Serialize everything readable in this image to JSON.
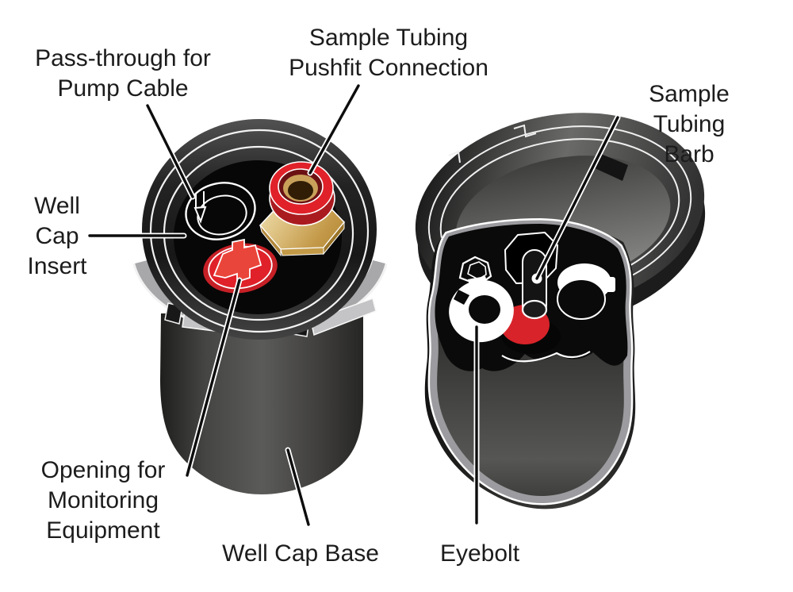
{
  "figure": {
    "type": "technical-illustration",
    "subject": "Well cap assembly: base with insert (left) and cutaway view (right)"
  },
  "labels": {
    "pass_through": "Pass-through for\nPump Cable",
    "pushfit": "Sample Tubing\nPushfit Connection",
    "barb": "Sample Tubing\nBarb",
    "insert": "Well\nCap\nInsert",
    "opening": "Opening for\nMonitoring\nEquipment",
    "base": "Well Cap Base",
    "eyebolt": "Eyebolt"
  },
  "colors": {
    "red_bright": "#e02129",
    "red_dark": "#aa1b20",
    "red_rim": "#c62026",
    "red_plug": "#ea453a",
    "red_disc": "#d8232a",
    "maroon": "#6b1114",
    "brass": "#c9a05a",
    "hole_brown": "#311d06",
    "label_text": "#1c1c1c",
    "cut_border_gray": "#9c9ca0",
    "band_gray": "#a8a8aa",
    "background": "#ffffff"
  }
}
